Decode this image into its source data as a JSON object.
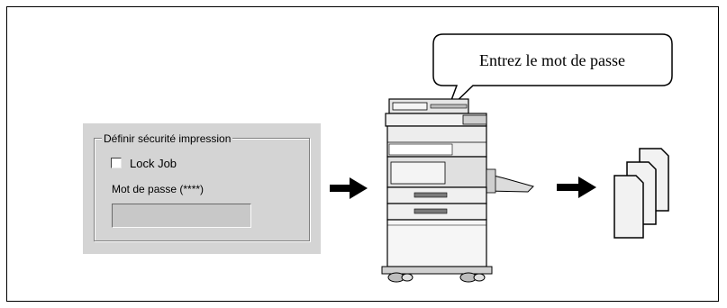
{
  "dialog": {
    "group_title": "Définir sécurité impression",
    "checkbox_label": "Lock Job",
    "checkbox_checked": false,
    "password_label": "Mot de passe (****)",
    "password_value": ""
  },
  "callout": {
    "text": "Entrez le mot de passe"
  },
  "icons": [
    "right-arrow-icon",
    "copier-icon",
    "printed-pages-icon"
  ]
}
